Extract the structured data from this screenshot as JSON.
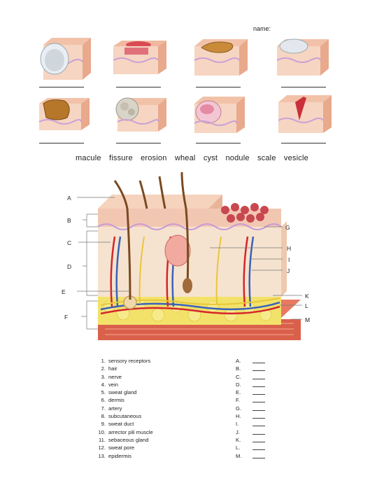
{
  "header": {
    "name_label": "name:"
  },
  "lesions": [
    {
      "id": "1"
    },
    {
      "id": "2"
    },
    {
      "id": "3"
    },
    {
      "id": "4"
    },
    {
      "id": "5"
    },
    {
      "id": "6"
    },
    {
      "id": "7"
    },
    {
      "id": "8"
    }
  ],
  "word_bank": [
    "macule",
    "fissure",
    "erosion",
    "wheal",
    "cyst",
    "nodule",
    "scale",
    "vesicle"
  ],
  "diagram": {
    "left_labels": [
      "A",
      "B",
      "C",
      "D",
      "E",
      "F"
    ],
    "right_labels": [
      "G",
      "H",
      "I",
      "J",
      "K",
      "L",
      "M"
    ]
  },
  "structures": [
    {
      "num": "1.",
      "text": "sensory receptors",
      "letter": "A."
    },
    {
      "num": "2.",
      "text": "hair",
      "letter": "B."
    },
    {
      "num": "3.",
      "text": "nerve",
      "letter": "C."
    },
    {
      "num": "4.",
      "text": "vein",
      "letter": "D."
    },
    {
      "num": "5.",
      "text": "sweat gland",
      "letter": "E."
    },
    {
      "num": "6.",
      "text": "dermis",
      "letter": "F."
    },
    {
      "num": "7.",
      "text": "artery",
      "letter": "G."
    },
    {
      "num": "8.",
      "text": "subcutaneous",
      "letter": "H."
    },
    {
      "num": "9.",
      "text": "sweat duct",
      "letter": "I."
    },
    {
      "num": "10.",
      "text": "arrector pili muscle",
      "letter": "J."
    },
    {
      "num": "11.",
      "text": "sebaceous gland",
      "letter": "K."
    },
    {
      "num": "12.",
      "text": "sweat pore",
      "letter": "L."
    },
    {
      "num": "13.",
      "text": "epidermis",
      "letter": "M."
    }
  ]
}
